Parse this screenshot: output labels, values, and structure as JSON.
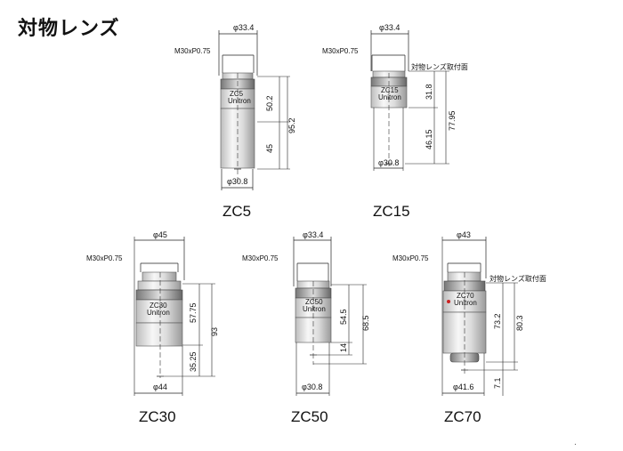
{
  "title": "対物レンズ",
  "common": {
    "thread": "M30xP0.75",
    "mount_face": "対物レンズ取付面"
  },
  "lenses": [
    {
      "name": "ZC5",
      "top_dia": "φ33.4",
      "bottom_dia": "φ30.8",
      "dims": [
        "50.2",
        "45",
        "95.2"
      ],
      "engrave": [
        "ZC5",
        "Unitron"
      ]
    },
    {
      "name": "ZC15",
      "top_dia": "φ33.4",
      "bottom_dia": "φ30.8",
      "dims": [
        "31.8",
        "46.15",
        "77.95"
      ],
      "engrave": [
        "ZC15",
        "Unitron"
      ]
    },
    {
      "name": "ZC30",
      "top_dia": "φ45",
      "bottom_dia": "φ44",
      "dims": [
        "57.75",
        "35.25",
        "93"
      ],
      "engrave": [
        "ZC30",
        "Unitron"
      ]
    },
    {
      "name": "ZC50",
      "top_dia": "φ33.4",
      "bottom_dia": "φ30.8",
      "dims": [
        "54.5",
        "14",
        "68.5"
      ],
      "engrave": [
        "ZC50",
        "Unitron"
      ]
    },
    {
      "name": "ZC70",
      "top_dia": "φ43",
      "bottom_dia": "φ41.6",
      "dims": [
        "73.2",
        "7.1",
        "80.3"
      ],
      "engrave": [
        "ZC70",
        "Unitron"
      ]
    }
  ],
  "marks": {
    "corner_dot": "."
  }
}
